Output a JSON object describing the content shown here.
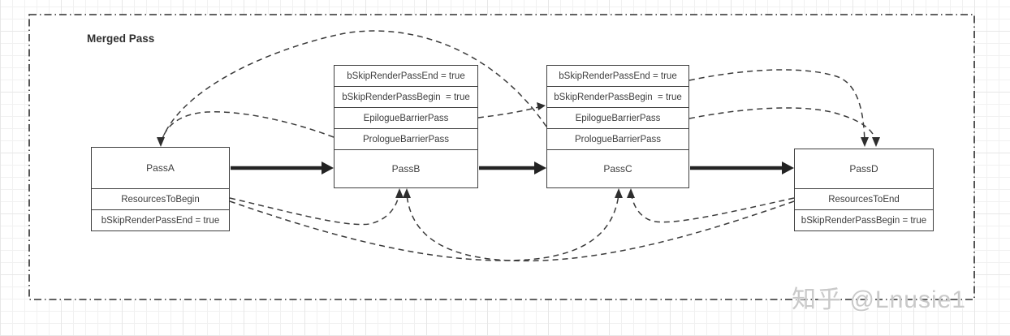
{
  "title": "Merged Pass",
  "watermark": "知乎 @Lnusie1",
  "colors": {
    "line": "#3b3b3b",
    "box_border": "#3f3f3f",
    "text": "#3d3d3d",
    "watermark": "#c9c9c9"
  },
  "passes": {
    "a": {
      "title": "PassA",
      "rows_below": [
        "ResourcesToBegin",
        "bSkipRenderPassEnd = true"
      ]
    },
    "b": {
      "title": "PassB",
      "rows_above": [
        "bSkipRenderPassEnd = true",
        "bSkipRenderPassBegin  = true",
        "EpilogueBarrierPass",
        "PrologueBarrierPass"
      ]
    },
    "c": {
      "title": "PassC",
      "rows_above": [
        "bSkipRenderPassEnd = true",
        "bSkipRenderPassBegin  = true",
        "EpilogueBarrierPass",
        "PrologueBarrierPass"
      ]
    },
    "d": {
      "title": "PassD",
      "rows_below": [
        "ResourcesToEnd",
        "bSkipRenderPassBegin = true"
      ]
    }
  },
  "connections": [
    {
      "from": "PassA",
      "to": "PassB",
      "style": "solid"
    },
    {
      "from": "PassB",
      "to": "PassC",
      "style": "solid"
    },
    {
      "from": "PassC",
      "to": "PassD",
      "style": "solid"
    },
    {
      "from": "PassB.PrologueBarrierPass",
      "to": "PassA",
      "style": "dashed"
    },
    {
      "from": "PassC.PrologueBarrierPass",
      "to": "PassA",
      "style": "dashed"
    },
    {
      "from": "PassB.EpilogueBarrierPass",
      "to": "PassC",
      "style": "dashed"
    },
    {
      "from": "PassC.bSkipRenderPassEnd",
      "to": "PassD",
      "style": "dashed"
    },
    {
      "from": "PassC.EpilogueBarrierPass",
      "to": "PassD",
      "style": "dashed"
    },
    {
      "from": "PassA.ResourcesToBegin",
      "to": "PassB",
      "style": "dashed"
    },
    {
      "from": "PassA.ResourcesToBegin",
      "to": "PassC",
      "style": "dashed"
    },
    {
      "from": "PassD.ResourcesToEnd",
      "to": "PassB",
      "style": "dashed"
    },
    {
      "from": "PassD.ResourcesToEnd",
      "to": "PassC",
      "style": "dashed"
    }
  ]
}
